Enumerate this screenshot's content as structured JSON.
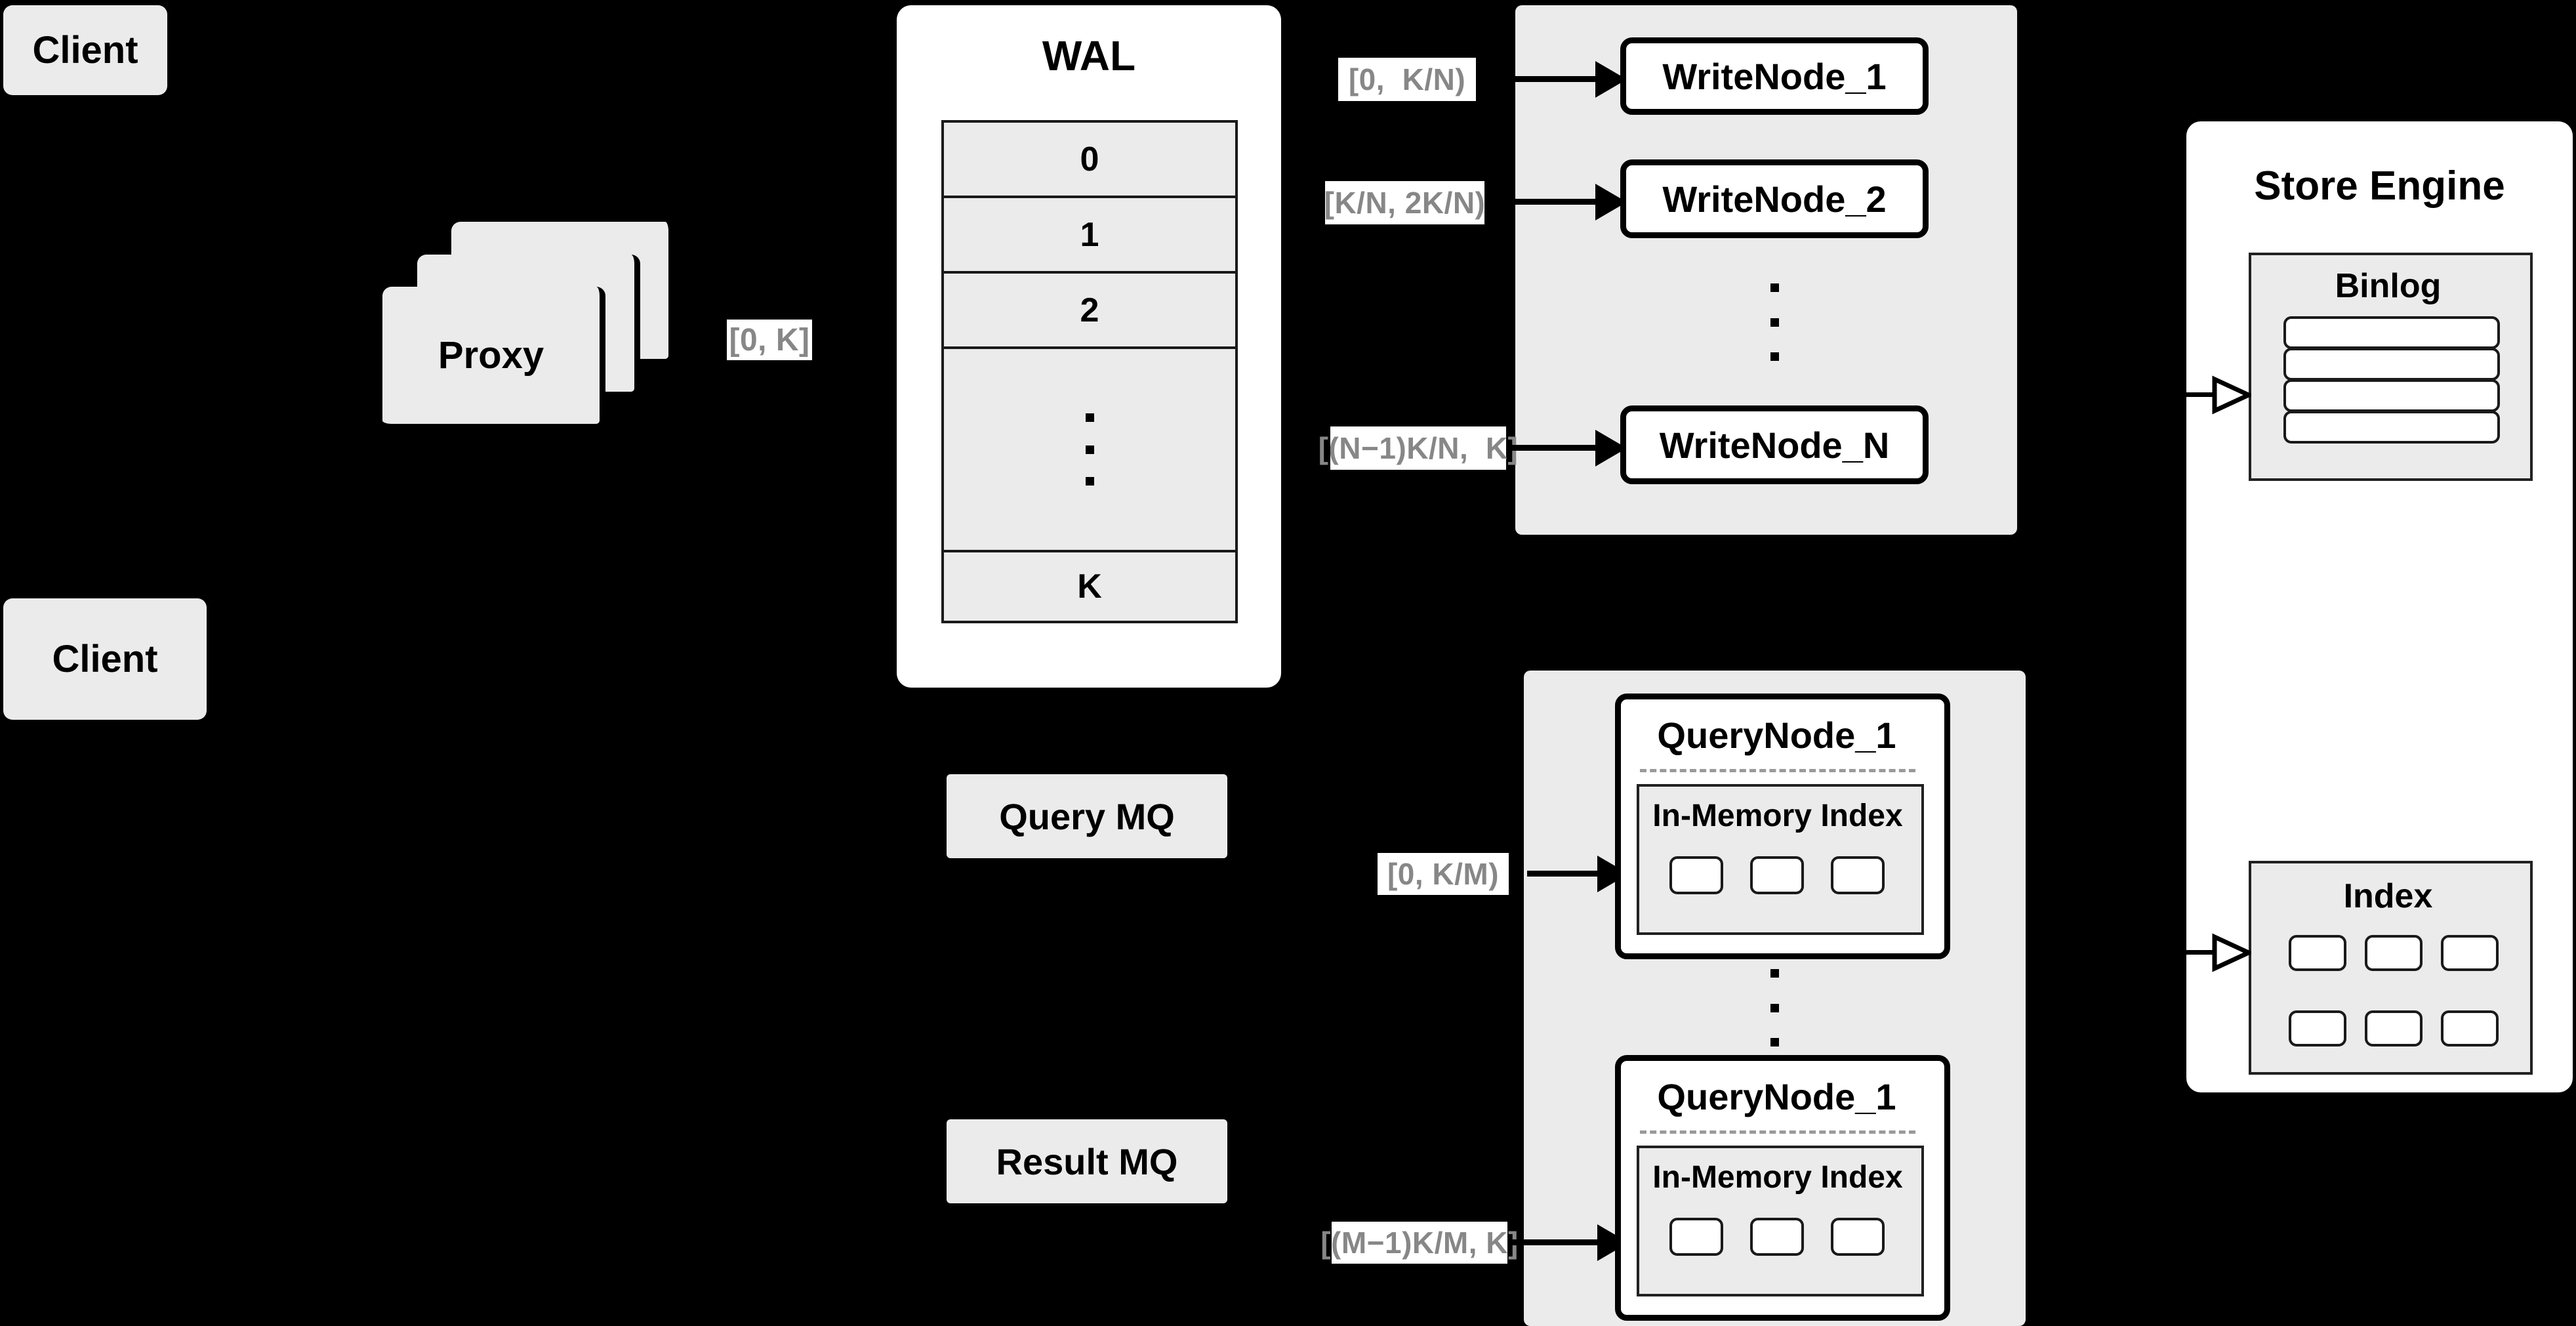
{
  "diagram": {
    "title": "Distributed Write/Query Architecture",
    "background_color": "#000000",
    "node_fill": "#FFFFFF",
    "panel_fill": "#EBEBEB",
    "label_text_color": "#878787",
    "stroke_color": "#000000"
  },
  "clients": [
    {
      "label": "Client"
    },
    {
      "label": "Client"
    }
  ],
  "proxy": {
    "label": "Proxy",
    "stack_count": 3,
    "output_range_label": "[0, K]"
  },
  "wal": {
    "title": "WAL",
    "rows": [
      "0",
      "1",
      "2",
      "···",
      "K"
    ],
    "ellipsis_row_index": 3
  },
  "write_cluster": {
    "nodes": [
      {
        "label": "WriteNode_1",
        "range_label": "[0,  K/N)"
      },
      {
        "label": "WriteNode_2",
        "range_label": "[K/N, 2K/N)"
      },
      {
        "label": "WriteNode_N",
        "range_label": "[(N−1)K/N,  K]"
      }
    ],
    "ellipsis": "···"
  },
  "query_cluster": {
    "nodes": [
      {
        "label": "QueryNode_1",
        "range_label": "[0, K/M)",
        "index": {
          "title": "In-Memory Index",
          "slot_count": 3
        }
      },
      {
        "label": "QueryNode_1",
        "range_label": "[(M−1)K/M, K]",
        "index": {
          "title": "In-Memory Index",
          "slot_count": 3
        }
      }
    ],
    "ellipsis": "···"
  },
  "queues": [
    {
      "label": "Query MQ"
    },
    {
      "label": "Result MQ"
    }
  ],
  "store_engine": {
    "title": "Store Engine",
    "binlog": {
      "title": "Binlog",
      "row_count": 4
    },
    "index": {
      "title": "Index",
      "slot_rows": 2,
      "slot_cols": 3
    }
  }
}
